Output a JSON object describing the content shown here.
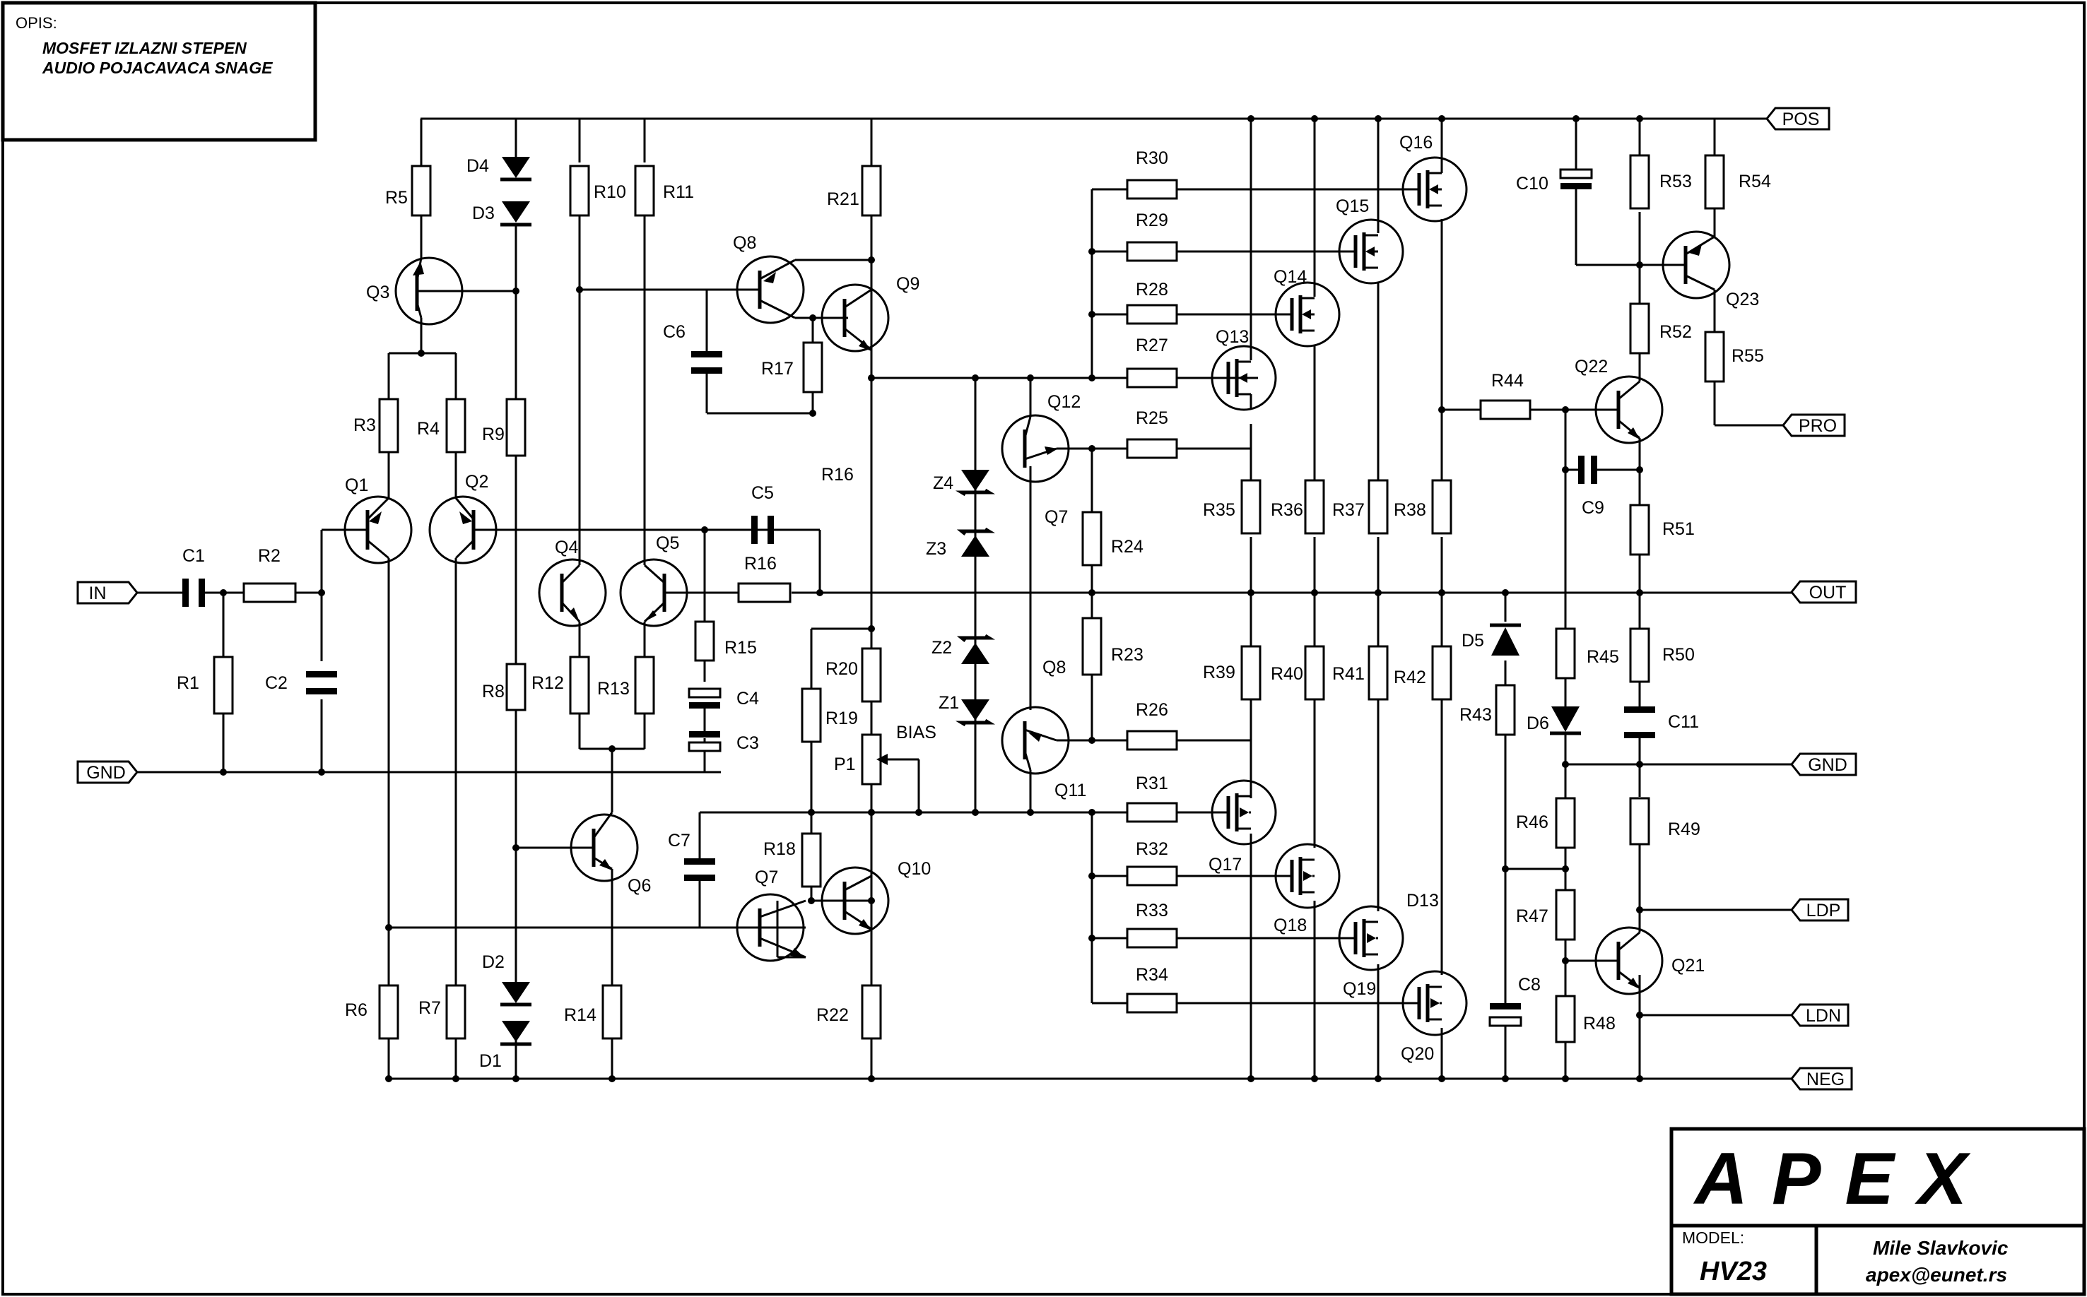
{
  "description": {
    "heading": "OPIS:",
    "lines": [
      "MOSFET IZLAZNI STEPEN",
      "AUDIO POJACAVACA SNAGE"
    ]
  },
  "title_block": {
    "logo": "APEX",
    "model_label": "MODEL:",
    "model": "HV23",
    "author": "Mile Slavkovic",
    "email": "apex@eunet.rs"
  },
  "ports": {
    "in": "IN",
    "gnd_in": "GND",
    "pos": "POS",
    "pro": "PRO",
    "out": "OUT",
    "gnd_out": "GND",
    "ldp": "LDP",
    "ldn": "LDN",
    "neg": "NEG"
  },
  "components": {
    "C1": "C1",
    "R2": "R2",
    "R1": "R1",
    "C2": "C2",
    "R5": "R5",
    "D4": "D4",
    "D3": "D3",
    "Q3": "Q3",
    "R3": "R3",
    "R4": "R4",
    "Q1": "Q1",
    "Q2": "Q2",
    "R9": "R9",
    "R10": "R10",
    "R11": "R11",
    "Q4": "Q4",
    "Q5": "Q5",
    "R12": "R12",
    "R13": "R13",
    "R8": "R8",
    "Q6": "Q6",
    "R6": "R6",
    "R7": "R7",
    "R14": "R14",
    "D2": "D2",
    "D1": "D1",
    "Q8": "Q8",
    "Q9": "Q9",
    "R21": "R21",
    "C6": "C6",
    "R17": "R17",
    "C5": "C5",
    "R16": "R16",
    "R16b": "R16",
    "R15": "R15",
    "C4": "C4",
    "C3": "C3",
    "R20": "R20",
    "R19": "R19",
    "P1": "P1",
    "BIAS": "BIAS",
    "C7": "C7",
    "R18": "R18",
    "Q7": "Q7",
    "Q10": "Q10",
    "R22": "R22",
    "Z4": "Z4",
    "Z3": "Z3",
    "Z2": "Z2",
    "Z1": "Z1",
    "Q12": "Q12",
    "Q7b": "Q7",
    "R24": "R24",
    "Q8b": "Q8",
    "R23": "R23",
    "Q11": "Q11",
    "R25": "R25",
    "R26": "R26",
    "R27": "R27",
    "R28": "R28",
    "R29": "R29",
    "R30": "R30",
    "R31": "R31",
    "R32": "R32",
    "R33": "R33",
    "R34": "R34",
    "Q13": "Q13",
    "Q14": "Q14",
    "Q15": "Q15",
    "Q16": "Q16",
    "Q17": "Q17",
    "Q18": "Q18",
    "Q19": "Q19",
    "Q20": "Q20",
    "D13": "D13",
    "R35": "R35",
    "R36": "R36",
    "R37": "R37",
    "R38": "R38",
    "R39": "R39",
    "R40": "R40",
    "R41": "R41",
    "R42": "R42",
    "C10": "C10",
    "R53": "R53",
    "R54": "R54",
    "Q23": "Q23",
    "R52": "R52",
    "R55": "R55",
    "R44": "R44",
    "Q22": "Q22",
    "C9": "C9",
    "R51": "R51",
    "D5": "D5",
    "R43": "R43",
    "R45": "R45",
    "D6": "D6",
    "R50": "R50",
    "C11": "C11",
    "R46": "R46",
    "R49": "R49",
    "R47": "R47",
    "Q21": "Q21",
    "C8": "C8",
    "R48": "R48"
  }
}
